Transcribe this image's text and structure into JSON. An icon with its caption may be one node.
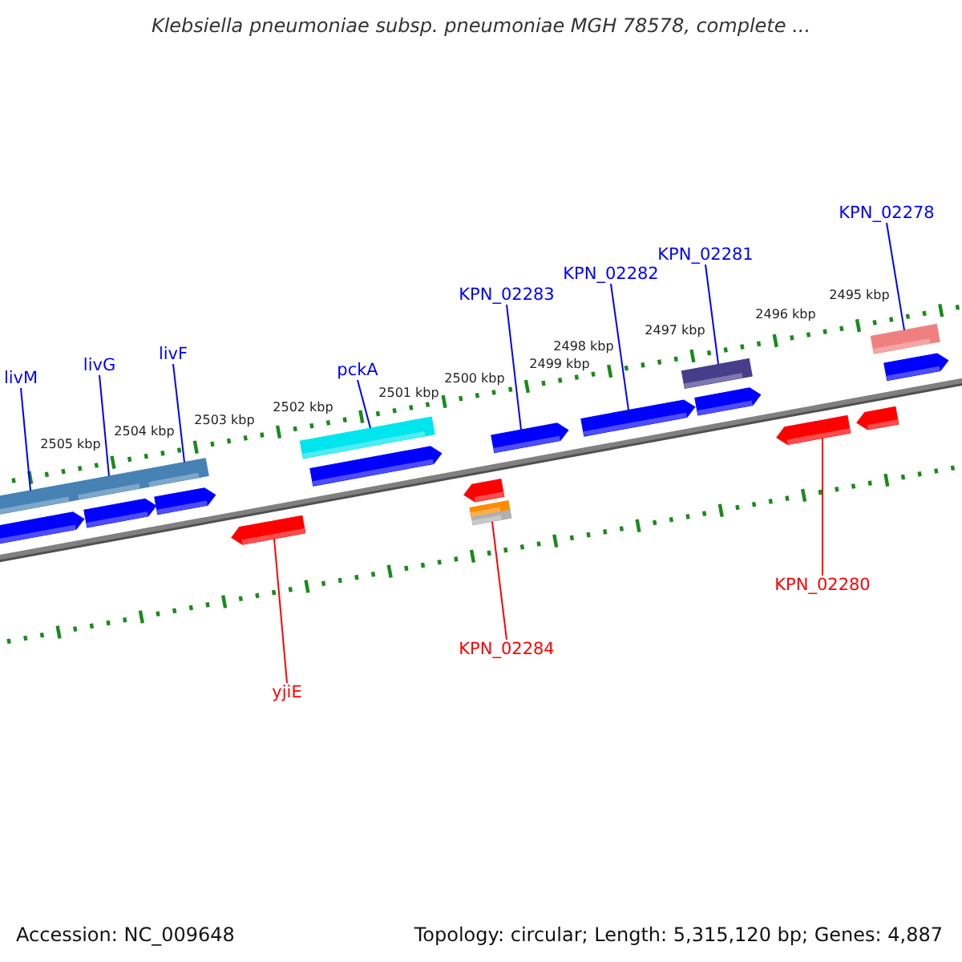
{
  "diagram": {
    "title": "Klebsiella pneumoniae subsp. pneumoniae MGH 78578, complete ...",
    "nodes": [
      {
        "text": [
          "livM"
        ]
      },
      {
        "text": [
          "livG"
        ]
      },
      {
        "text": [
          "livF"
        ]
      },
      {
        "text": [
          "pckA"
        ]
      },
      {
        "text": [
          "KPN_02283"
        ]
      },
      {
        "text": [
          "KPN_02282"
        ]
      },
      {
        "text": [
          "KPN_02281"
        ]
      },
      {
        "text": [
          "KPN_02278"
        ]
      },
      {
        "text": [
          "yjiE"
        ]
      },
      {
        "text": [
          "KPN_02284"
        ]
      },
      {
        "text": [
          "KPN_02280"
        ]
      },
      {
        "text": [],
        "shape": "pentagon"
      },
      {
        "text": [],
        "shape": "bar"
      },
      {
        "text": [],
        "shape": "bar"
      },
      {
        "text": [],
        "shape": "pentagon"
      },
      {
        "text": [],
        "shape": "bar"
      },
      {
        "text": [],
        "shape": "pentagon"
      },
      {
        "text": [],
        "shape": "pentagon"
      },
      {
        "text": [],
        "shape": "bar"
      },
      {
        "text": [],
        "shape": "pentagon"
      },
      {
        "text": [],
        "shape": "pentagon"
      },
      {
        "text": [],
        "shape": "bar"
      },
      {
        "text": [],
        "shape": "bar"
      },
      {
        "text": [],
        "shape": "pentagon"
      },
      {
        "text": [],
        "shape": "pentagon"
      },
      {
        "text": [],
        "shape": "bar"
      },
      {
        "text": [],
        "shape": "pentagon"
      },
      {
        "text": [],
        "shape": "pentagon"
      },
      {
        "text": [],
        "shape": "pentagon"
      },
      {
        "text": [],
        "shape": "bar"
      },
      {
        "text": [],
        "shape": "pentagon"
      }
    ],
    "edges": [
      {
        "from": 0,
        "to": 12,
        "arrow": "none"
      },
      {
        "from": 1,
        "to": 13,
        "arrow": "none"
      },
      {
        "from": 2,
        "to": 15,
        "arrow": "none"
      },
      {
        "from": 3,
        "to": 18,
        "arrow": "none"
      },
      {
        "from": 4,
        "to": 23,
        "arrow": "none"
      },
      {
        "from": 5,
        "to": 24,
        "arrow": "none"
      },
      {
        "from": 6,
        "to": 25,
        "arrow": "none"
      },
      {
        "from": 7,
        "to": 29,
        "arrow": "none"
      },
      {
        "from": 8,
        "to": 17,
        "arrow": "none",
        "color": "#ff0000"
      },
      {
        "from": 9,
        "to": 22,
        "arrow": "none",
        "color": "#ff0000"
      },
      {
        "from": 10,
        "to": 27,
        "arrow": "none",
        "color": "#ff0000"
      }
    ],
    "labels": [
      "2505 kbp",
      "2504 kbp",
      "2503 kbp",
      "2502 kbp",
      "2501 kbp",
      "2500 kbp",
      "2499 kbp",
      "2498 kbp",
      "2497 kbp",
      "2496 kbp",
      "2495 kbp",
      "Accession: NC_009648",
      "Topology: circular; Length: 5,315,120 bp; Genes: 4,887"
    ]
  }
}
